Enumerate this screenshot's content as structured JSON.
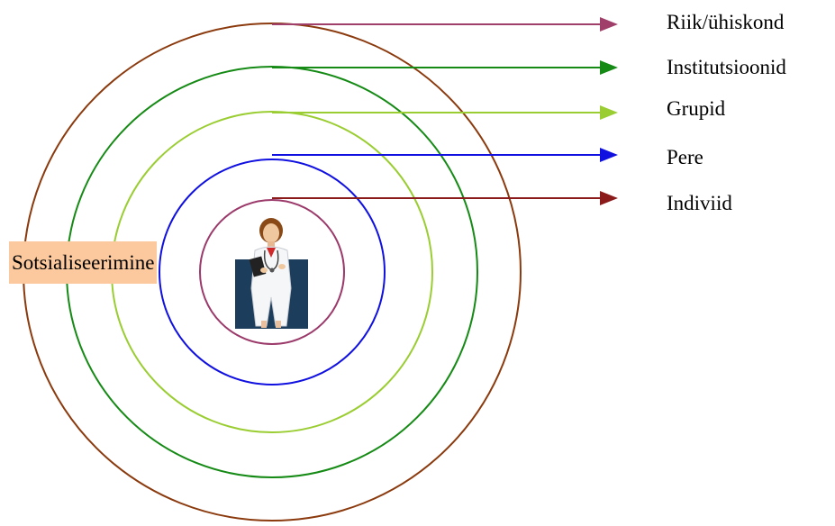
{
  "diagram": {
    "center_label": "Sotsialiseerimine",
    "levels": [
      {
        "label": "Indiviid",
        "color": "#8b1a1a",
        "ring_color": "#9b3a6a"
      },
      {
        "label": "Pere",
        "color": "#1010e0",
        "ring_color": "#1010e0"
      },
      {
        "label": "Grupid",
        "color": "#9acd32",
        "ring_color": "#9acd32"
      },
      {
        "label": "Institutsioonid",
        "color": "#158a15",
        "ring_color": "#158a15"
      },
      {
        "label": "Riik/ühiskond",
        "color": "#a0406a",
        "ring_color": "#8b3a0e"
      }
    ],
    "figure": {
      "icon": "doctor-figure-icon",
      "bg_color": "#1d3d5c"
    }
  }
}
